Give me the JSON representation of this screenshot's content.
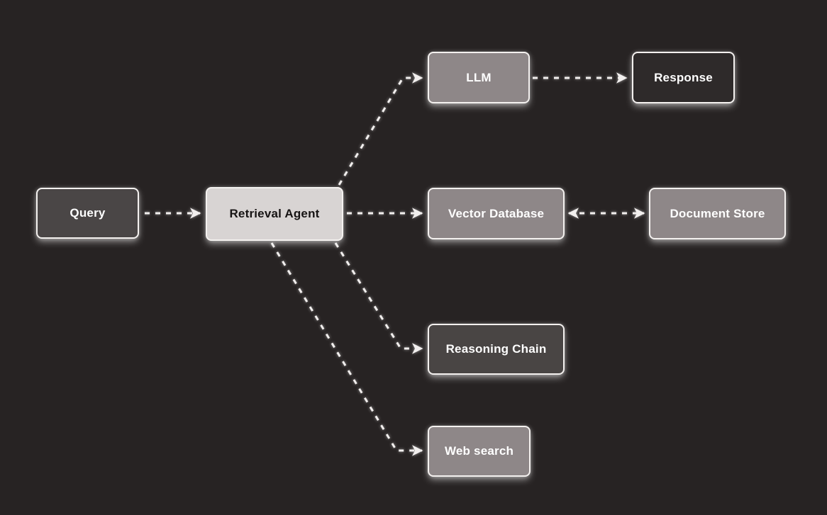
{
  "diagram": {
    "type": "flowchart",
    "background_color": "#272323",
    "edge_color": "#f2efee",
    "node_border_color": "#f4f1ef",
    "nodes": {
      "query": {
        "label": "Query",
        "fill": "#4a4646",
        "text_color": "#ffffff"
      },
      "retrieval_agent": {
        "label": "Retrieval Agent",
        "fill": "#d8d4d3",
        "text_color": "#171414"
      },
      "llm": {
        "label": "LLM",
        "fill": "#8e8788",
        "text_color": "#ffffff"
      },
      "response": {
        "label": "Response",
        "fill": "#2e2a2a",
        "text_color": "#ffffff"
      },
      "vector_database": {
        "label": "Vector Database",
        "fill": "#8e8788",
        "text_color": "#ffffff"
      },
      "document_store": {
        "label": "Document Store",
        "fill": "#8e8788",
        "text_color": "#ffffff"
      },
      "reasoning_chain": {
        "label": "Reasoning Chain",
        "fill": "#494544",
        "text_color": "#ffffff"
      },
      "web_search": {
        "label": "Web search",
        "fill": "#8e8788",
        "text_color": "#ffffff"
      }
    },
    "edges": [
      {
        "from": "query",
        "to": "retrieval_agent",
        "style": "dashed",
        "direction": "forward"
      },
      {
        "from": "retrieval_agent",
        "to": "llm",
        "style": "dashed",
        "direction": "forward"
      },
      {
        "from": "retrieval_agent",
        "to": "vector_database",
        "style": "dashed",
        "direction": "forward"
      },
      {
        "from": "retrieval_agent",
        "to": "reasoning_chain",
        "style": "dashed",
        "direction": "forward"
      },
      {
        "from": "retrieval_agent",
        "to": "web_search",
        "style": "dashed",
        "direction": "forward"
      },
      {
        "from": "llm",
        "to": "response",
        "style": "dashed",
        "direction": "forward"
      },
      {
        "from": "vector_database",
        "to": "document_store",
        "style": "dashed",
        "direction": "both"
      }
    ]
  }
}
